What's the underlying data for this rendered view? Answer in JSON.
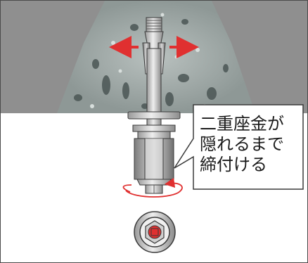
{
  "callout": {
    "lines": [
      "二重座金が",
      "隠れるまで",
      "締付ける"
    ]
  },
  "icons": {
    "expansion": "expansion-arrows",
    "rotation": "rotation-arrow"
  },
  "colors": {
    "concrete_band": "#8f8f8f",
    "concrete_aggregate": "#6f7a78",
    "arrow_red": "#e03030",
    "bolt_metal": "#c9c9c9",
    "outline": "#3a3a3a"
  }
}
